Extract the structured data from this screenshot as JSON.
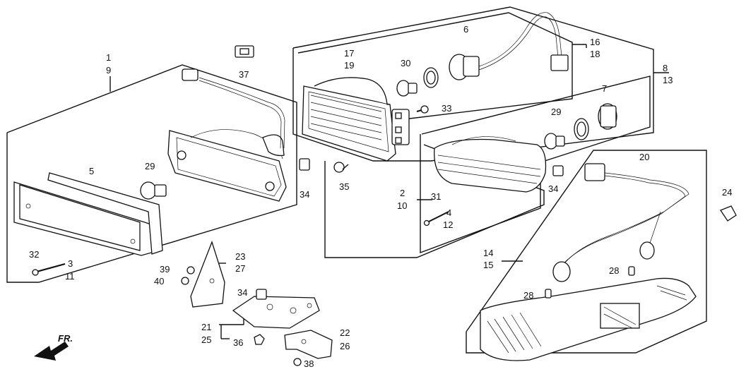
{
  "labels": [
    {
      "id": "l1",
      "text": "1"
    },
    {
      "id": "l9",
      "text": "9"
    },
    {
      "id": "l37",
      "text": "37"
    },
    {
      "id": "l17",
      "text": "17"
    },
    {
      "id": "l19",
      "text": "19"
    },
    {
      "id": "l30",
      "text": "30"
    },
    {
      "id": "l6",
      "text": "6"
    },
    {
      "id": "l16",
      "text": "16"
    },
    {
      "id": "l18",
      "text": "18"
    },
    {
      "id": "l8",
      "text": "8"
    },
    {
      "id": "l13",
      "text": "13"
    },
    {
      "id": "l33",
      "text": "33"
    },
    {
      "id": "l7",
      "text": "7"
    },
    {
      "id": "l29a",
      "text": "29"
    },
    {
      "id": "l29b",
      "text": "29"
    },
    {
      "id": "l5",
      "text": "5"
    },
    {
      "id": "l34a",
      "text": "34"
    },
    {
      "id": "l34b",
      "text": "34"
    },
    {
      "id": "l34c",
      "text": "34"
    },
    {
      "id": "l35",
      "text": "35"
    },
    {
      "id": "l20",
      "text": "20"
    },
    {
      "id": "l2",
      "text": "2"
    },
    {
      "id": "l10",
      "text": "10"
    },
    {
      "id": "l31",
      "text": "31"
    },
    {
      "id": "l4",
      "text": "4"
    },
    {
      "id": "l12",
      "text": "12"
    },
    {
      "id": "l24",
      "text": "24"
    },
    {
      "id": "l32",
      "text": "32"
    },
    {
      "id": "l3",
      "text": "3"
    },
    {
      "id": "l11",
      "text": "11"
    },
    {
      "id": "l23",
      "text": "23"
    },
    {
      "id": "l27",
      "text": "27"
    },
    {
      "id": "l39",
      "text": "39"
    },
    {
      "id": "l40",
      "text": "40"
    },
    {
      "id": "l14",
      "text": "14"
    },
    {
      "id": "l15",
      "text": "15"
    },
    {
      "id": "l28a",
      "text": "28"
    },
    {
      "id": "l28b",
      "text": "28"
    },
    {
      "id": "l21",
      "text": "21"
    },
    {
      "id": "l25",
      "text": "25"
    },
    {
      "id": "l36",
      "text": "36"
    },
    {
      "id": "l22",
      "text": "22"
    },
    {
      "id": "l26",
      "text": "26"
    },
    {
      "id": "l38",
      "text": "38"
    }
  ],
  "direction_marker": {
    "text": "FR."
  }
}
